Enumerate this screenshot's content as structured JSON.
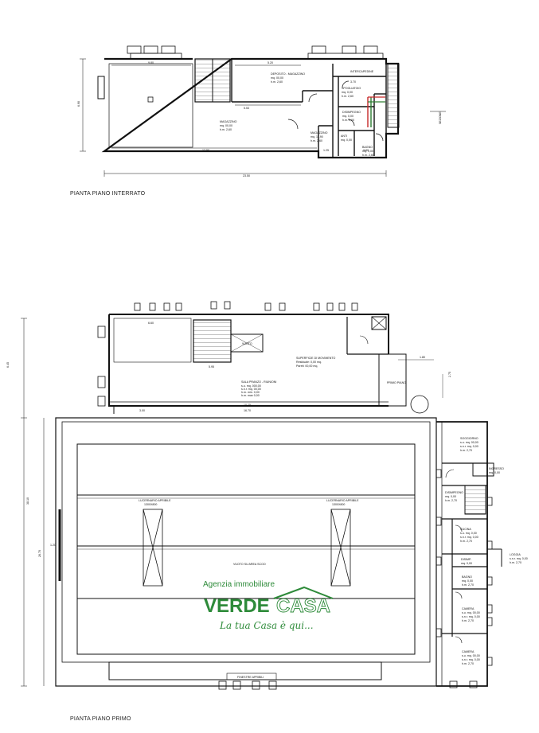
{
  "plan_interrato": {
    "title": "PIANTA PIANO INTERRATO",
    "rooms": {
      "magazzino_big": [
        "MAGAZZINO",
        "mq. 00,00",
        "h.m. 2,60"
      ],
      "deposito": [
        "DEPOSITO - MAGAZZINO",
        "mq. 00,00",
        "h.m. 2,60"
      ],
      "spogliatoio": [
        "SPOGLIATOIO",
        "mq. 0,00",
        "h.m. 2,60"
      ],
      "disimpegno": [
        "DISIMPEGNO",
        "mq. 0,00",
        "h.m. 2,60"
      ],
      "magazzino_small": [
        "MAGAZZINO",
        "mq. 11,90",
        "h.m. 2,60"
      ],
      "antibagno": [
        "ANTI",
        "mq. 0,00"
      ],
      "bagno": [
        "BAGNO",
        "mq. 0,00",
        "h.m. 2,60"
      ],
      "intercapedine": [
        "INTERCAPEDINE"
      ]
    },
    "dims": {
      "top_left": "9.80",
      "top_mid": "5.20",
      "top_right": "3.70",
      "left_height": "6.90",
      "inner_mid": "5.53",
      "bottom_left": "12.50",
      "bottom_mid": "1.25",
      "bottom_right": "3.80",
      "total": "23.50",
      "right_side": "SEZIONE"
    }
  },
  "plan_primo": {
    "title": "PIANTA PIANO PRIMO",
    "rooms": {
      "vuoto": [
        "VUOTO"
      ],
      "sala": [
        "SALA PRANZO - RIUNIONI",
        "s.u. mq. 000,00",
        "s.n.r. mq. 00,00",
        "h.m. min. 0,00",
        "h.m. max 0,00"
      ],
      "superficie": [
        "SUPERFICIE DI MOVIMENTO",
        "Residuale: 0,00 mq.",
        "Pareti: 00,00 mq."
      ],
      "primo_piano": [
        "PRIMO PIANO"
      ],
      "soggiorno": [
        "SOGGIORNO",
        "s.u. mq. 00,00",
        "s.n.r. mq. 0,00",
        "h.m. 2,70"
      ],
      "ingresso": [
        "INGRESSO",
        "mq. 0,00"
      ],
      "scala": [
        "DISIMPEGNO",
        "mq. 0,00",
        "h.m. 2,70"
      ],
      "cucina": [
        "CUCINA",
        "s.u. mq. 0,00",
        "s.n.r. mq. 0,00",
        "h.m. 2,70"
      ],
      "loggia": [
        "LOGGIA",
        "s.n.r. mq. 0,00",
        "h.m. 2,70"
      ],
      "disimp2": [
        "DISIMP.",
        "mq. 0,00"
      ],
      "bagno": [
        "BAGNO",
        "mq. 0,00",
        "h.m. 2,70"
      ],
      "camera1": [
        "CAMERA",
        "s.u. mq. 00,00",
        "s.n.r. mq. 0,00",
        "h.m. 2,70"
      ],
      "camera2": [
        "CAMERA",
        "s.u. mq. 00,00",
        "s.n.r. mq. 0,00",
        "h.m. 2,70"
      ],
      "lucernario_a": [
        "LUCERNARIO APRIBILE",
        "1300X800"
      ],
      "lucernario_b": [
        "LUCERNARIO APRIBILE",
        "1300X800"
      ],
      "vuoto_area": [
        "VUOTO SU AREA SCOO"
      ],
      "finestre": [
        "FINESTRE APRIBILI"
      ]
    },
    "dims": {
      "left_top": "6.45",
      "left_bottom": "26.70",
      "left_mid": "38.10",
      "right_small": "2.75",
      "top_a": "6.60",
      "mid_a": "5.95",
      "mid_b": "10.25",
      "mid_c": "3.00",
      "bottom_row": "16.70",
      "loggia_dim": "1.80",
      "side": "1.20"
    }
  },
  "watermark": {
    "line1": "Agenzia immobiliare",
    "brand_a": "VERDE",
    "brand_b": "CASA",
    "slogan": "La tua Casa è qui...",
    "color": "#2e8b3a"
  }
}
